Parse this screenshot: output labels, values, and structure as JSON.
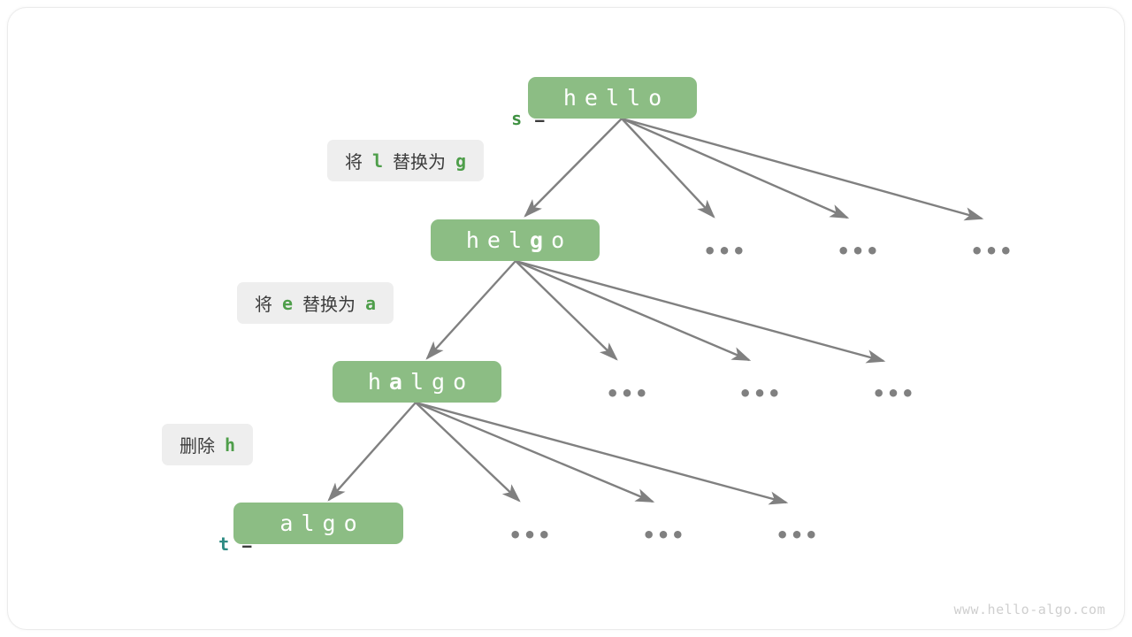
{
  "diagram": {
    "title": "edit-distance-recursive-tree",
    "watermark": "www.hello-algo.com",
    "colors": {
      "node_fill": "#8cbd84",
      "node_text": "#ffffff",
      "label_bg": "#eeeeee",
      "label_text": "#3c3c3c",
      "accent_green": "#4e9e4a",
      "accent_teal": "#2e8b83",
      "arrow": "#808080",
      "ellipsis": "#808080",
      "frame_border": "#ebebeb",
      "watermark": "#cfcfcf"
    },
    "var_labels": [
      {
        "name": "s",
        "eq": "=",
        "color": "#3f9142"
      },
      {
        "name": "t",
        "eq": "=",
        "color": "#2e8b83"
      }
    ],
    "nodes": [
      {
        "id": "node-hello",
        "text": "hello",
        "chars": [
          {
            "c": "h",
            "highlight": false
          },
          {
            "c": "e",
            "highlight": false
          },
          {
            "c": "l",
            "highlight": false
          },
          {
            "c": "l",
            "highlight": false
          },
          {
            "c": "o",
            "highlight": false
          }
        ]
      },
      {
        "id": "node-helgo",
        "text": "helgo",
        "chars": [
          {
            "c": "h",
            "highlight": false
          },
          {
            "c": "e",
            "highlight": false
          },
          {
            "c": "l",
            "highlight": false
          },
          {
            "c": "g",
            "highlight": true
          },
          {
            "c": "o",
            "highlight": false
          }
        ]
      },
      {
        "id": "node-halgo",
        "text": "halgo",
        "chars": [
          {
            "c": "h",
            "highlight": false
          },
          {
            "c": "a",
            "highlight": true
          },
          {
            "c": "l",
            "highlight": false
          },
          {
            "c": "g",
            "highlight": false
          },
          {
            "c": "o",
            "highlight": false
          }
        ]
      },
      {
        "id": "node-algo",
        "text": "algo",
        "chars": [
          {
            "c": "a",
            "highlight": false
          },
          {
            "c": "l",
            "highlight": false
          },
          {
            "c": "g",
            "highlight": false
          },
          {
            "c": "o",
            "highlight": false
          }
        ]
      }
    ],
    "operations": [
      {
        "id": "op-replace-l-g",
        "prefix": "将",
        "from": "l",
        "middle": "替换为",
        "to": "g"
      },
      {
        "id": "op-replace-e-a",
        "prefix": "将",
        "from": "e",
        "middle": "替换为",
        "to": "a"
      },
      {
        "id": "op-delete-h",
        "prefix": "删除",
        "from": "h",
        "middle": "",
        "to": ""
      }
    ],
    "ellipsis_text": "•••",
    "ellipsis_rows": [
      {
        "row": 1,
        "count": 3
      },
      {
        "row": 2,
        "count": 3
      },
      {
        "row": 3,
        "count": 3
      }
    ]
  }
}
